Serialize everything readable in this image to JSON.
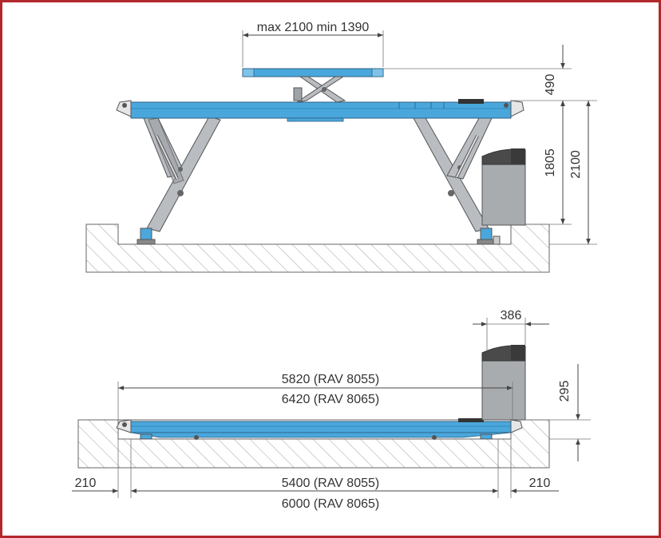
{
  "colors": {
    "frame": "#b2272c",
    "lift_blue": "#4aa7dc",
    "arm_gray": "#b9bdc1",
    "console_gray": "#a9acaf",
    "console_top": "#4a4a4a"
  },
  "elevation_view": {
    "top_width_label": "max 2100 min 1390",
    "upper_height_label": "490",
    "deck_height_label": "1805",
    "total_height_label": "2100"
  },
  "plan_view": {
    "console_width_label": "386",
    "console_height_label": "295",
    "length_short_label": "5820 (RAV 8055)",
    "length_long_label": "6420 (RAV 8065)",
    "left_offset_label": "210",
    "right_offset_label": "210",
    "base_short_label": "5400 (RAV 8055)",
    "base_long_label": "6000 (RAV 8065)"
  }
}
